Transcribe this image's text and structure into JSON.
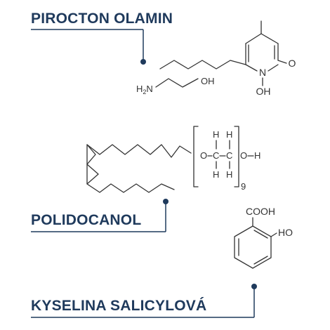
{
  "compounds": [
    {
      "name": "PIROCTON OLAMIN",
      "structure": {
        "ring_substituent_methyl": "",
        "ring_nitrogen": "N",
        "carbonyl_oxygen": "O",
        "hydroxyl": "OH",
        "olamine_amine_H": "H",
        "olamine_amine_subscript": "2",
        "olamine_amine_N": "N",
        "olamine_hydroxyl": "OH"
      }
    },
    {
      "name": "POLIDOCANOL",
      "structure": {
        "ether_oxygen": "O",
        "carbon_1": "C",
        "carbon_2": "C",
        "hydrogen": "H",
        "terminal_oxygen": "O",
        "terminal_hydrogen": "H",
        "repeat_count": "9"
      }
    },
    {
      "name": "KYSELINA SALICYLOVÁ",
      "structure": {
        "carboxyl": "COOH",
        "hydroxyl": "HO"
      }
    }
  ],
  "colors": {
    "title": "#1f3a5c",
    "leader": "#1f3a5c",
    "structure": "#333333"
  }
}
